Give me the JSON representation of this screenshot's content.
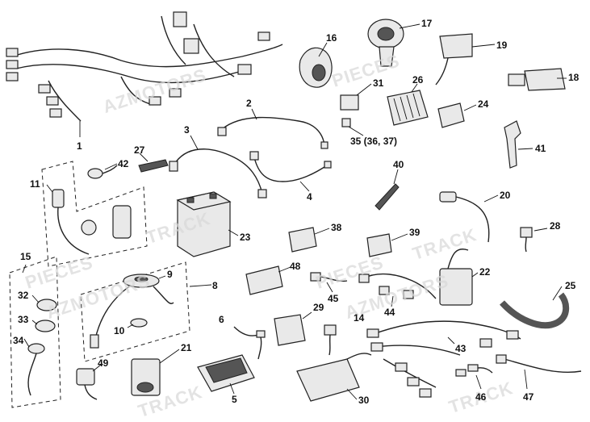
{
  "watermark": {
    "line1": "PIECES",
    "line2": "AZMOTORS",
    "line3": "TRACK"
  },
  "labels": {
    "p1": "1",
    "p2": "2",
    "p3": "3",
    "p4": "4",
    "p5": "5",
    "p6": "6",
    "p8": "8",
    "p9": "9",
    "p10": "10",
    "p11": "11",
    "p14": "14",
    "p15": "15",
    "p16": "16",
    "p17": "17",
    "p18": "18",
    "p19": "19",
    "p20": "20",
    "p21": "21",
    "p22": "22",
    "p23": "23",
    "p24": "24",
    "p25": "25",
    "p26": "26",
    "p27": "27",
    "p28": "28",
    "p29": "29",
    "p30": "30",
    "p31": "31",
    "p32": "32",
    "p33": "33",
    "p34": "34",
    "p35": "35 (36, 37)",
    "p38": "38",
    "p39": "39",
    "p40": "40",
    "p41": "41",
    "p42": "42",
    "p43": "43",
    "p44": "44",
    "p45": "45",
    "p46": "46",
    "p47": "47",
    "p48": "48",
    "p49": "49"
  }
}
